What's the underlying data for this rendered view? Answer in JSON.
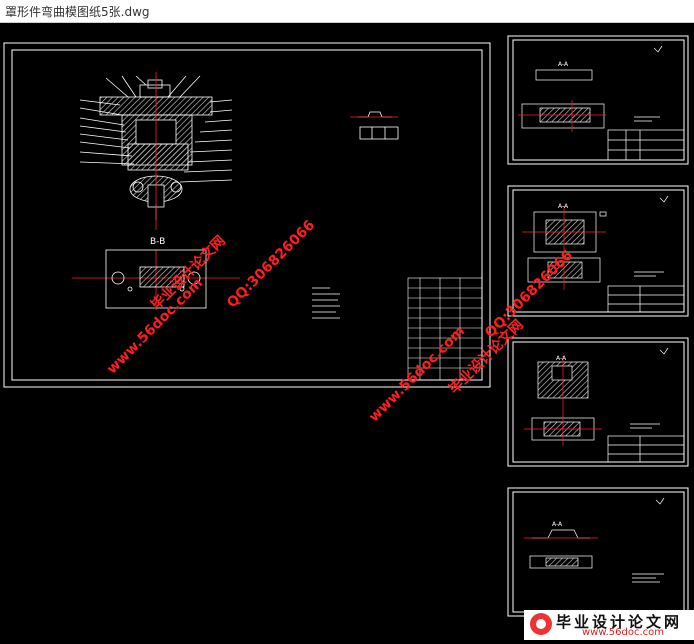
{
  "window": {
    "title": "罩形件弯曲模图纸5张.dwg"
  },
  "drawing": {
    "section_label": "B-B",
    "sheet_labels": [
      "A-A",
      "A-A",
      "A-A",
      "A-A"
    ]
  },
  "watermarks": {
    "site_name": "毕业设计论文网",
    "site_url": "www.56doc.com",
    "qq": "QQ:306826066"
  },
  "logo": {
    "text": "毕业设计论文网",
    "url": "www.56doc.com"
  },
  "colors": {
    "background": "#000000",
    "line": "#ffffff",
    "accent": "#ff2020",
    "hatch": "#dddddd"
  }
}
